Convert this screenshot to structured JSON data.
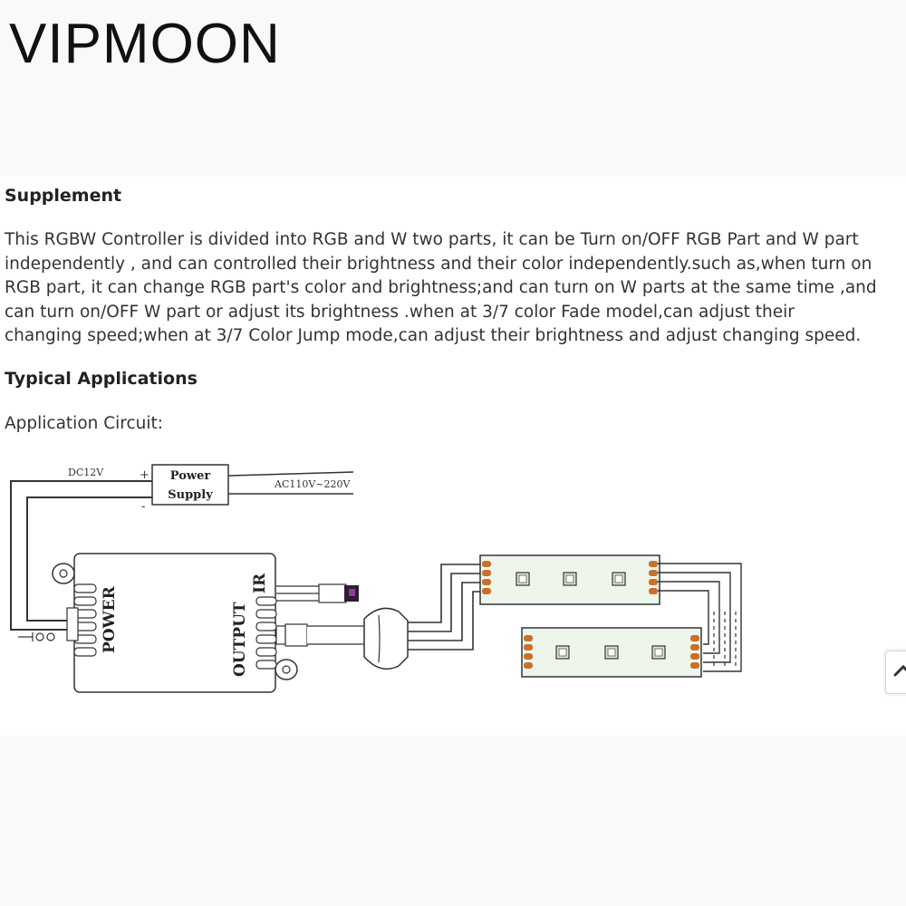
{
  "brand": {
    "logo": "VIPMOON"
  },
  "supplement": {
    "title": "Supplement",
    "lines": [
      "This RGBW Controller is divided into RGB and W two parts, it can be Turn on/OFF RGB Part and W part",
      "independently , and can controlled their brightness and their color independently.such as,when turn on",
      "RGB part, it can change RGB part's color and brightness;and can turn on W parts at the same time ,and",
      "can turn on/OFF W part or adjust its brightness .when at 3/7 color Fade model,can adjust their",
      "changing speed;when at 3/7 Color Jump mode,can adjust their brightness and adjust changing speed."
    ]
  },
  "applications": {
    "title": "Typical Applications",
    "circuit_label": "Application Circuit:"
  },
  "diagram": {
    "dc_label": "DC12V",
    "plus": "+",
    "minus": "-",
    "power_supply_line1": "Power",
    "power_supply_line2": "Supply",
    "ac_label": "AC110V~220V",
    "power_label": "POWER",
    "output_label": "OUTPUT",
    "ir_label": "IR"
  },
  "scroll_icon": "chevron-up-icon"
}
